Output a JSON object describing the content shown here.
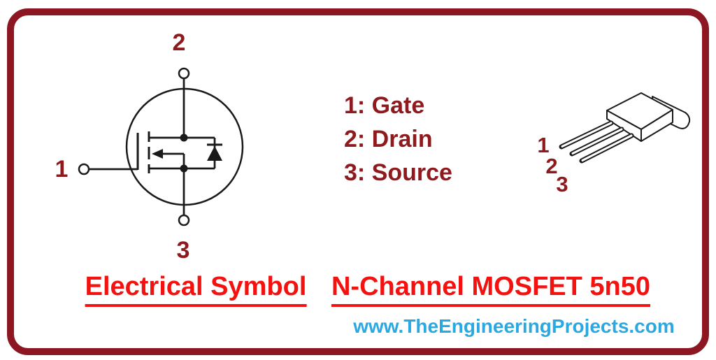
{
  "colors": {
    "maroon_border": "#8C1722",
    "maroon_text": "#8E1A1E",
    "red": "#F3120F",
    "blue": "#2AA9E1",
    "ink": "#1A1A1A"
  },
  "symbol": {
    "top_pin_label": "2",
    "left_pin_label": "1",
    "bottom_pin_label": "3"
  },
  "legend": {
    "items": [
      "1: Gate",
      "2: Drain",
      "3: Source"
    ]
  },
  "package": {
    "pin_labels": [
      "1",
      "2",
      "3"
    ]
  },
  "captions": {
    "symbol": "Electrical Symbol",
    "package": "N-Channel MOSFET 5n50"
  },
  "footer": {
    "website": "www.TheEngineeringProjects.com"
  }
}
